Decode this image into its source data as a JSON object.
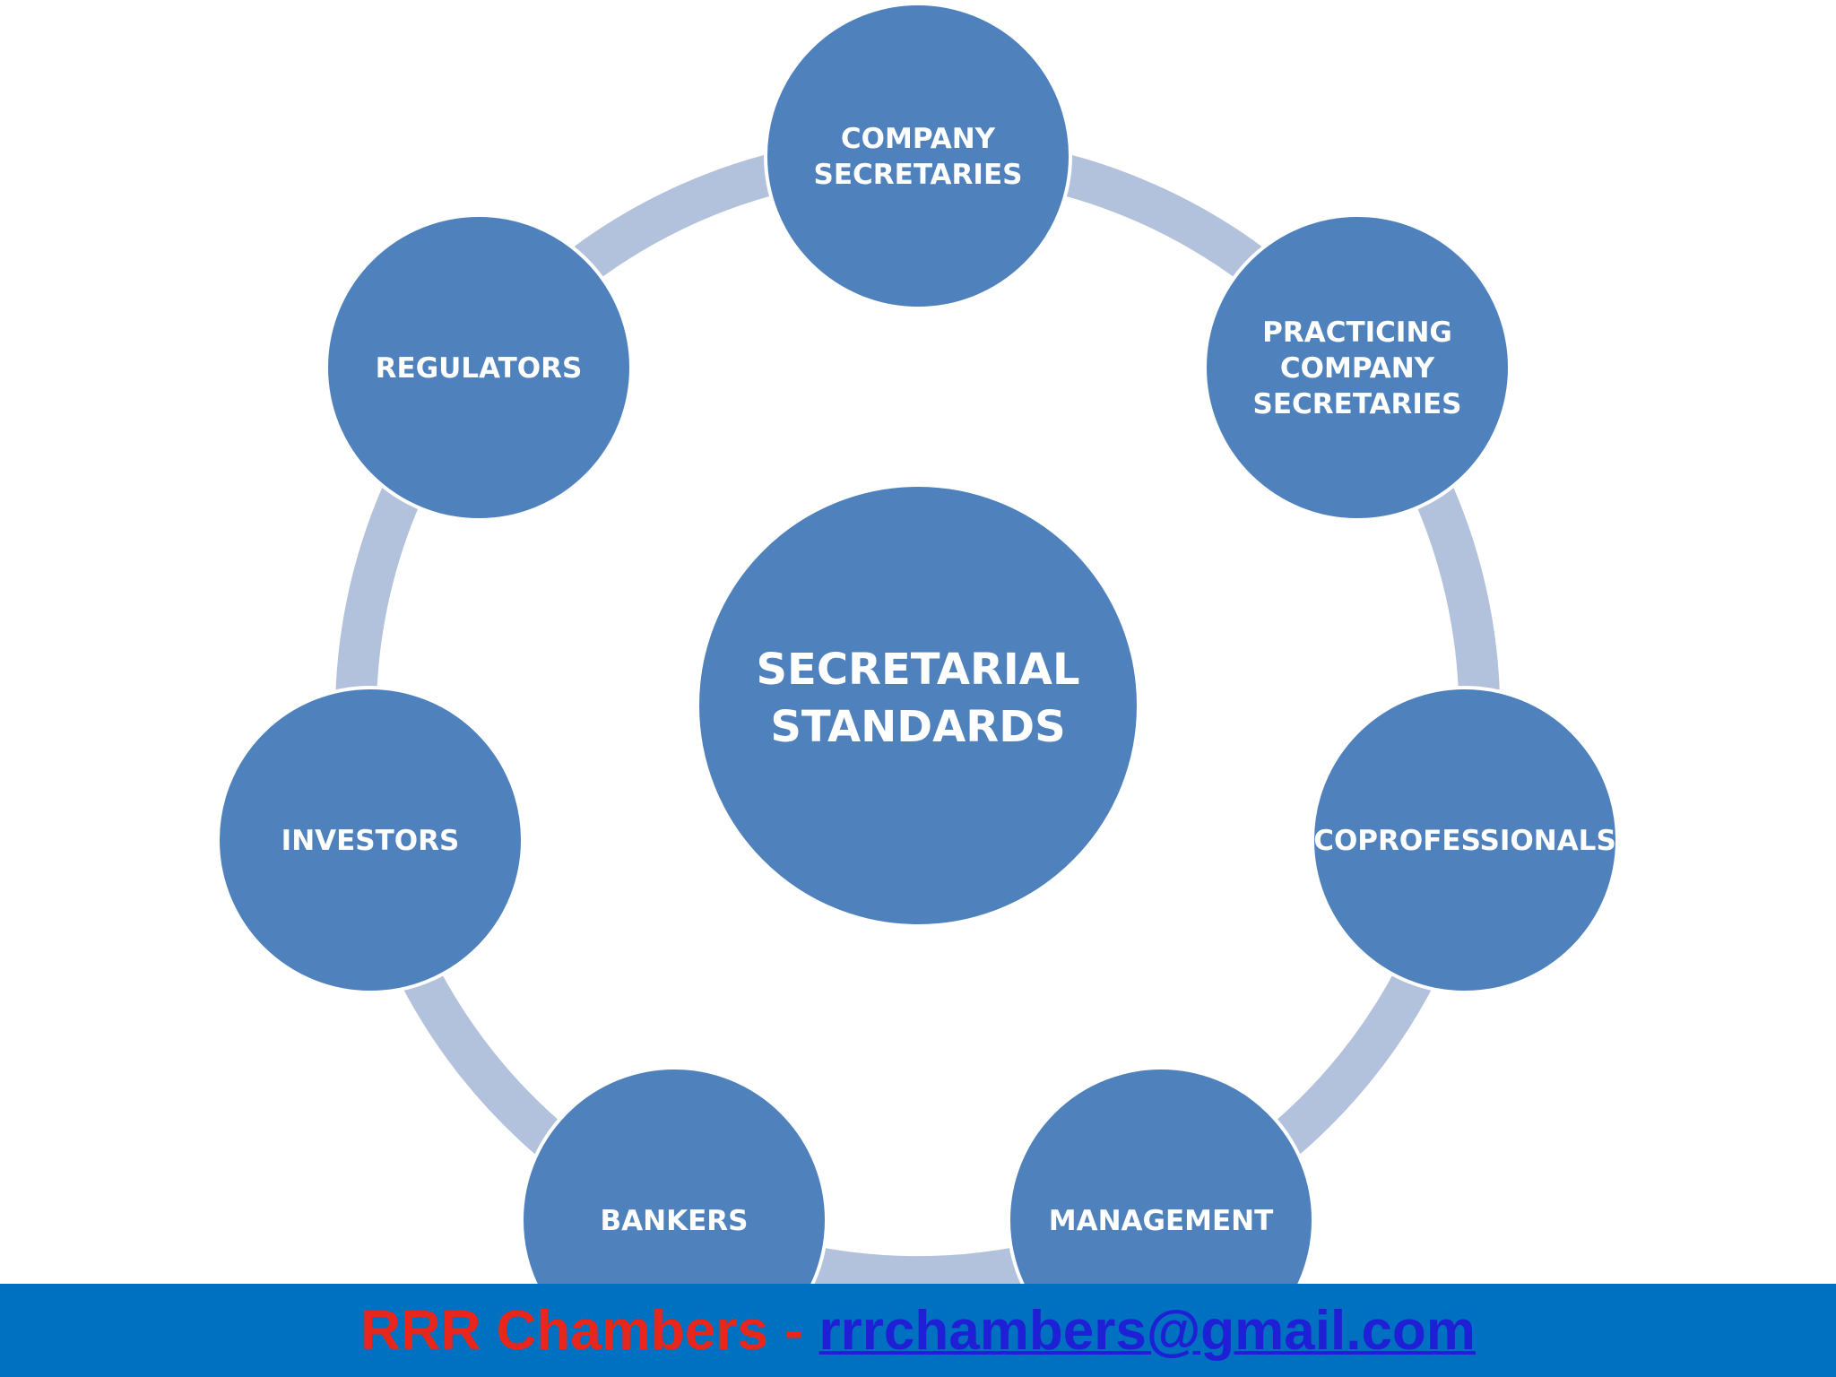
{
  "diagram": {
    "center": {
      "lines": [
        "SECRETARIAL",
        "STANDARDS"
      ]
    },
    "nodes": [
      {
        "id": "company-secretaries",
        "lines": [
          "COMPANY",
          "SECRETARIES"
        ]
      },
      {
        "id": "practicing-company-secretaries",
        "lines": [
          "PRACTICING",
          "COMPANY",
          "SECRETARIES"
        ]
      },
      {
        "id": "coprofessionals",
        "lines": [
          "COPROFESSIONALS"
        ]
      },
      {
        "id": "management",
        "lines": [
          "MANAGEMENT"
        ]
      },
      {
        "id": "bankers",
        "lines": [
          "BANKERS"
        ]
      },
      {
        "id": "investors",
        "lines": [
          "INVESTORS"
        ]
      },
      {
        "id": "regulators",
        "lines": [
          "REGULATORS"
        ]
      }
    ],
    "colors": {
      "node": "#4f81bd",
      "ring": "#b3c2dc",
      "text": "#ffffff"
    }
  },
  "footer": {
    "brand": "RRR Chambers",
    "separator": "-",
    "email": "rrrchambers@gmail.com",
    "colors": {
      "bar": "#0070c0",
      "brand": "#e8261c",
      "email": "#1f1fd6"
    }
  }
}
